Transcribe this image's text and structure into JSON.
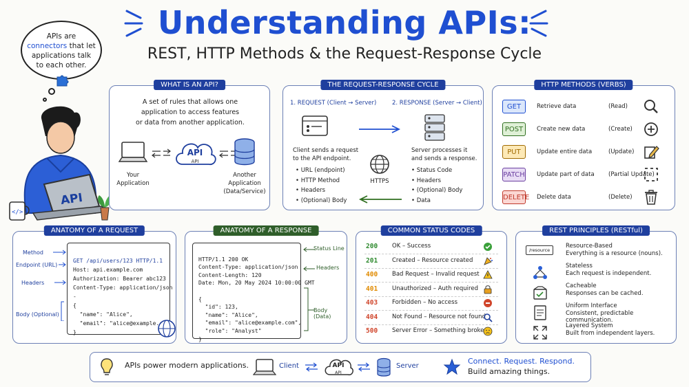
{
  "header": {
    "title": "Understanding APIs:",
    "subtitle": "REST, HTTP Methods & the Request-Response Cycle"
  },
  "thought_bubble": {
    "line1": "APIs are",
    "highlight": "connectors",
    "line2": "that let",
    "line3": "applications talk",
    "line4": "to each other."
  },
  "laptop_sticker": "API",
  "what_is_api": {
    "title": "WHAT IS AN API?",
    "description_1": "A set of rules that allows one",
    "description_2": "application to access features",
    "description_3": "or data from another application.",
    "left_label_1": "Your",
    "left_label_2": "Application",
    "cloud_label": "API",
    "cloud_sublabel": "API",
    "right_label_1": "Another",
    "right_label_2": "Application",
    "right_label_3": "(Data/Service)"
  },
  "cycle": {
    "title": "THE REQUEST-RESPONSE CYCLE",
    "request_heading": "1. REQUEST (Client → Server)",
    "response_heading": "2. RESPONSE (Server → Client)",
    "request_text_1": "Client sends a request",
    "request_text_2": "to the API endpoint.",
    "request_items": [
      "• URL (endpoint)",
      "• HTTP Method",
      "• Headers",
      "• (Optional) Body"
    ],
    "response_text_1": "Server processes it",
    "response_text_2": "and sends a response.",
    "response_items": [
      "• Status Code",
      "• Headers",
      "• (Optional) Body",
      "• Data"
    ],
    "globe_label": "HTTPS"
  },
  "methods": {
    "title": "HTTP METHODS (VERBS)",
    "rows": [
      {
        "verb": "GET",
        "desc": "Retrieve data",
        "type": "(Read)",
        "bg": "#dbe7fb",
        "fg": "#1f4fd1",
        "icon": "magnifier-icon"
      },
      {
        "verb": "POST",
        "desc": "Create new data",
        "type": "(Create)",
        "bg": "#dff0d6",
        "fg": "#2f6e1f",
        "icon": "plus-circle-icon"
      },
      {
        "verb": "PUT",
        "desc": "Update entire data",
        "type": "(Update)",
        "bg": "#fde9b6",
        "fg": "#a06a00",
        "icon": "edit-icon"
      },
      {
        "verb": "PATCH",
        "desc": "Update part of data",
        "type": "(Partial Update)",
        "bg": "#e8dcf5",
        "fg": "#6a3fa0",
        "icon": "dashed-square-icon"
      },
      {
        "verb": "DELETE",
        "desc": "Delete data",
        "type": "(Delete)",
        "bg": "#fbd7d3",
        "fg": "#c0392b",
        "icon": "trash-icon"
      }
    ]
  },
  "request_anatomy": {
    "title": "ANATOMY OF A REQUEST",
    "labels": [
      "Method",
      "Endpoint (URL)",
      "Headers",
      "Body (Optional)"
    ],
    "code": [
      "GET /api/users/123 HTTP/1.1",
      "Host: api.example.com",
      "Authorization: Bearer abc123",
      "Content-Type: application/json",
      "-",
      "{",
      "  \"name\": \"Alice\",",
      "  \"email\": \"alice@example.com\"",
      "}"
    ]
  },
  "response_anatomy": {
    "title": "ANATOMY OF A RESPONSE",
    "labels": [
      "Status Line",
      "Headers",
      "Body (Data)"
    ],
    "code": [
      "HTTP/1.1 200 OK",
      "Content-Type: application/json",
      "Content-Length: 120",
      "Date: Mon, 20 May 2024 10:00:00 GMT",
      "",
      "{",
      "  \"id\": 123,",
      "  \"name\": \"Alice\",",
      "  \"email\": \"alice@example.com\",",
      "  \"role\": \"Analyst\"",
      "}"
    ]
  },
  "status_codes": {
    "title": "COMMON STATUS CODES",
    "rows": [
      {
        "code": "200",
        "text": "OK – Success",
        "color": "#2f8a2f",
        "icon": "check-icon"
      },
      {
        "code": "201",
        "text": "Created – Resource created",
        "color": "#2f8a2f",
        "icon": "party-icon"
      },
      {
        "code": "400",
        "text": "Bad Request – Invalid request",
        "color": "#e08a00",
        "icon": "warning-icon"
      },
      {
        "code": "401",
        "text": "Unauthorized – Auth required",
        "color": "#e08a00",
        "icon": "lock-icon"
      },
      {
        "code": "403",
        "text": "Forbidden – No access",
        "color": "#d0452b",
        "icon": "stop-icon"
      },
      {
        "code": "404",
        "text": "Not Found – Resource not found",
        "color": "#d0452b",
        "icon": "search-icon"
      },
      {
        "code": "500",
        "text": "Server Error – Something broke",
        "color": "#d0452b",
        "icon": "sad-face-icon"
      }
    ]
  },
  "rest": {
    "title": "REST PRINCIPLES (RESTful)",
    "resource_tag": "/resource",
    "rows": [
      {
        "name": "Resource-Based",
        "desc": "Everything is a resource (nouns).",
        "icon": "resource-icon"
      },
      {
        "name": "Stateless",
        "desc": "Each request is independent.",
        "icon": "network-icon"
      },
      {
        "name": "Cacheable",
        "desc": "Responses can be cached.",
        "icon": "cache-icon"
      },
      {
        "name": "Uniform Interface",
        "desc": "Consistent, predictable communication.",
        "icon": "document-icon"
      },
      {
        "name": "Layered System",
        "desc": "Built from independent layers.",
        "icon": "expand-icon"
      }
    ]
  },
  "footer": {
    "tagline": "APIs power modern applications.",
    "client": "Client",
    "api": "API",
    "api_sub": "API",
    "server": "Server",
    "slogan_1": "Connect. Request. Respond.",
    "slogan_2": "Build amazing things."
  },
  "colors": {
    "accent": "#1f4fd1",
    "panel_title": "#1f3f9e",
    "panel_title_green": "#2f5e2a"
  }
}
